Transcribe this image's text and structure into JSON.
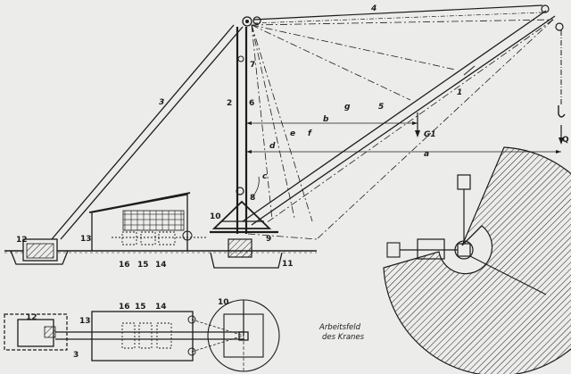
{
  "labels": {
    "n1": "1",
    "n2": "2",
    "n3": "3",
    "n4": "4",
    "n5": "5",
    "n6": "6",
    "n7": "7",
    "n8": "8",
    "n9": "9",
    "n10": "10",
    "n11": "11",
    "n12": "12",
    "n13": "13",
    "n14": "14",
    "n15": "15",
    "n16": "16",
    "a": "a",
    "b": "b",
    "c": "c",
    "d": "d",
    "e": "e",
    "f": "f",
    "g": "g",
    "G1": "G1",
    "Q": "Q",
    "plan_n10": "10",
    "plan_n12": "12",
    "plan_n13": "13",
    "plan_n14": "14",
    "plan_n15": "15",
    "plan_n16": "16",
    "plan_n3": "3"
  },
  "caption": {
    "line1": "Arbeitsfeld",
    "line2": "des Kranes"
  },
  "colors": {
    "ink": "#1c1c1c",
    "paper": "#ececea"
  }
}
